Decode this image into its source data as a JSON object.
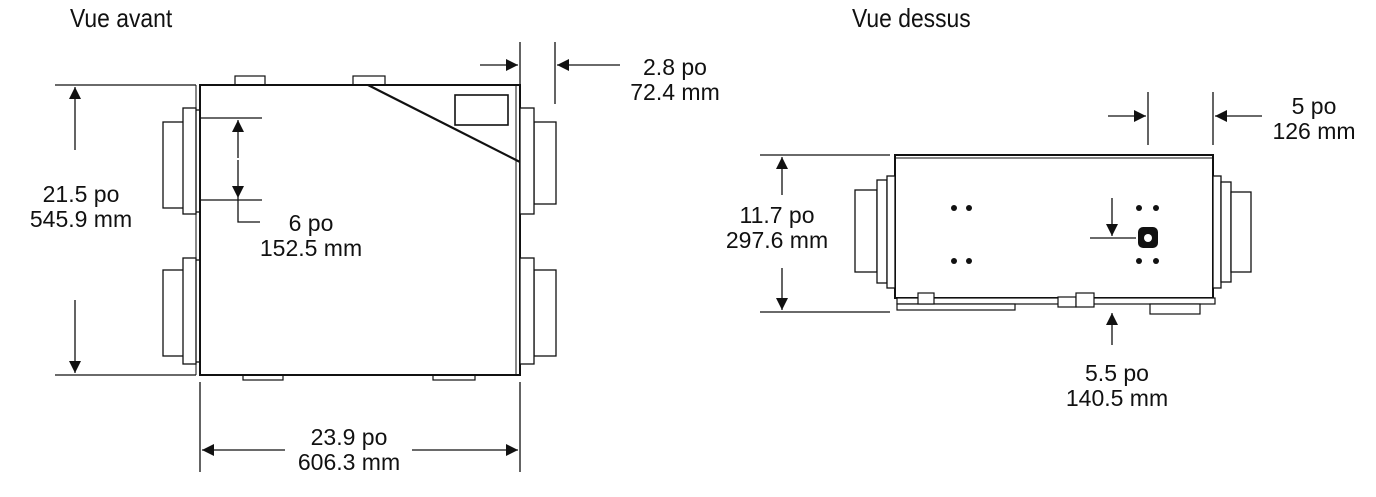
{
  "views": {
    "front": {
      "title": "Vue avant",
      "dims": {
        "height": {
          "imperial": "21.5 po",
          "metric": "545.9 mm"
        },
        "width": {
          "imperial": "23.9 po",
          "metric": "606.3 mm"
        },
        "port": {
          "imperial": "6 po",
          "metric": "152.5 mm"
        },
        "offset": {
          "imperial": "2.8 po",
          "metric": "72.4 mm"
        }
      }
    },
    "top": {
      "title": "Vue dessus",
      "dims": {
        "depth": {
          "imperial": "11.7 po",
          "metric": "297.6 mm"
        },
        "offset": {
          "imperial": "5 po",
          "metric": "126 mm"
        },
        "drain": {
          "imperial": "5.5 po",
          "metric": "140.5 mm"
        }
      }
    }
  }
}
